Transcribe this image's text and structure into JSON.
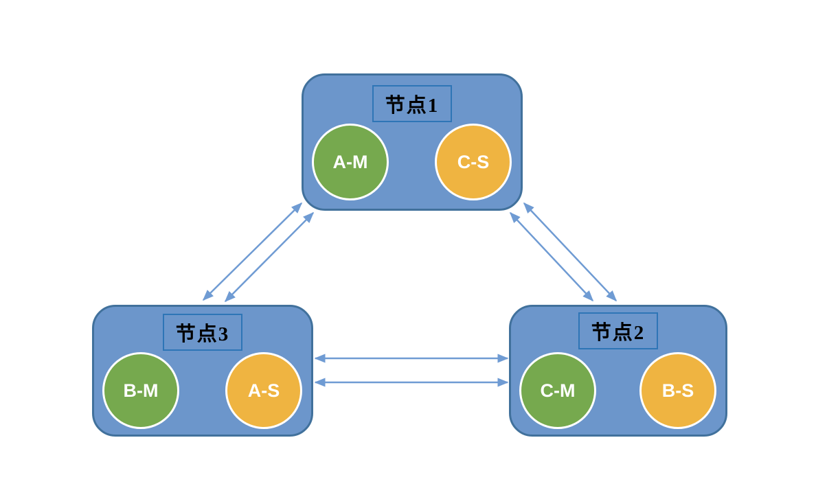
{
  "colors": {
    "background": "#ffffff",
    "node_fill": "#6C96CB",
    "node_border": "#41719C",
    "label_box_border": "#2E75B6",
    "label_text": "#000000",
    "master_fill": "#76A94E",
    "slave_fill": "#EFB441",
    "circle_border": "#ffffff",
    "circle_text": "#ffffff",
    "arrow": "#6F9BD3"
  },
  "nodes": [
    {
      "id": "node1",
      "label": "节点1",
      "position": "top-center",
      "circles": [
        {
          "text": "A-M",
          "role": "master"
        },
        {
          "text": "C-S",
          "role": "slave"
        }
      ]
    },
    {
      "id": "node3",
      "label": "节点3",
      "position": "bottom-left",
      "circles": [
        {
          "text": "B-M",
          "role": "master"
        },
        {
          "text": "A-S",
          "role": "slave"
        }
      ]
    },
    {
      "id": "node2",
      "label": "节点2",
      "position": "bottom-right",
      "circles": [
        {
          "text": "C-M",
          "role": "master"
        },
        {
          "text": "B-S",
          "role": "slave"
        }
      ]
    }
  ],
  "connections": [
    {
      "from": "节点1",
      "to": "节点3",
      "type": "bidirectional",
      "lines": 2
    },
    {
      "from": "节点1",
      "to": "节点2",
      "type": "bidirectional",
      "lines": 2
    },
    {
      "from": "节点3",
      "to": "节点2",
      "type": "bidirectional",
      "lines": 2
    }
  ]
}
